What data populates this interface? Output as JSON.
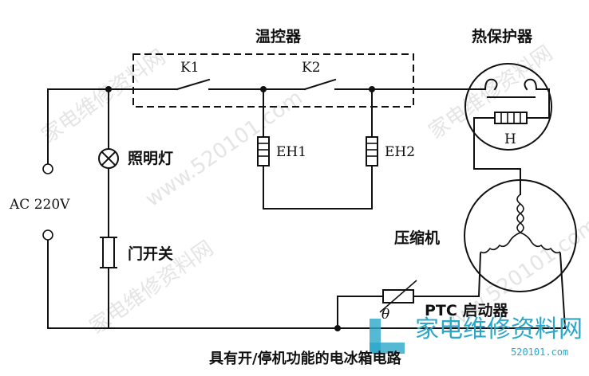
{
  "labels": {
    "thermostat": "温控器",
    "k1": "K1",
    "k2": "K2",
    "thermal_protector": "热保护器",
    "heater_h": "H",
    "eh1": "EH1",
    "eh2": "EH2",
    "lamp": "照明灯",
    "door_switch": "门开关",
    "ac_supply": "AC 220V",
    "compressor": "压缩机",
    "theta": "θ",
    "ptc_starter": "PTC 启动器"
  },
  "caption": "具有开/停机功能的电冰箱电路",
  "watermark": {
    "text_cn": "家电维修资料网",
    "text_url": "www.520101.com",
    "logo_cn": "家电维修资料网",
    "logo_url": "520101.com"
  },
  "colors": {
    "line": "#111111",
    "watermark": "#cfcfcf",
    "logo": "#2aa7c9"
  }
}
